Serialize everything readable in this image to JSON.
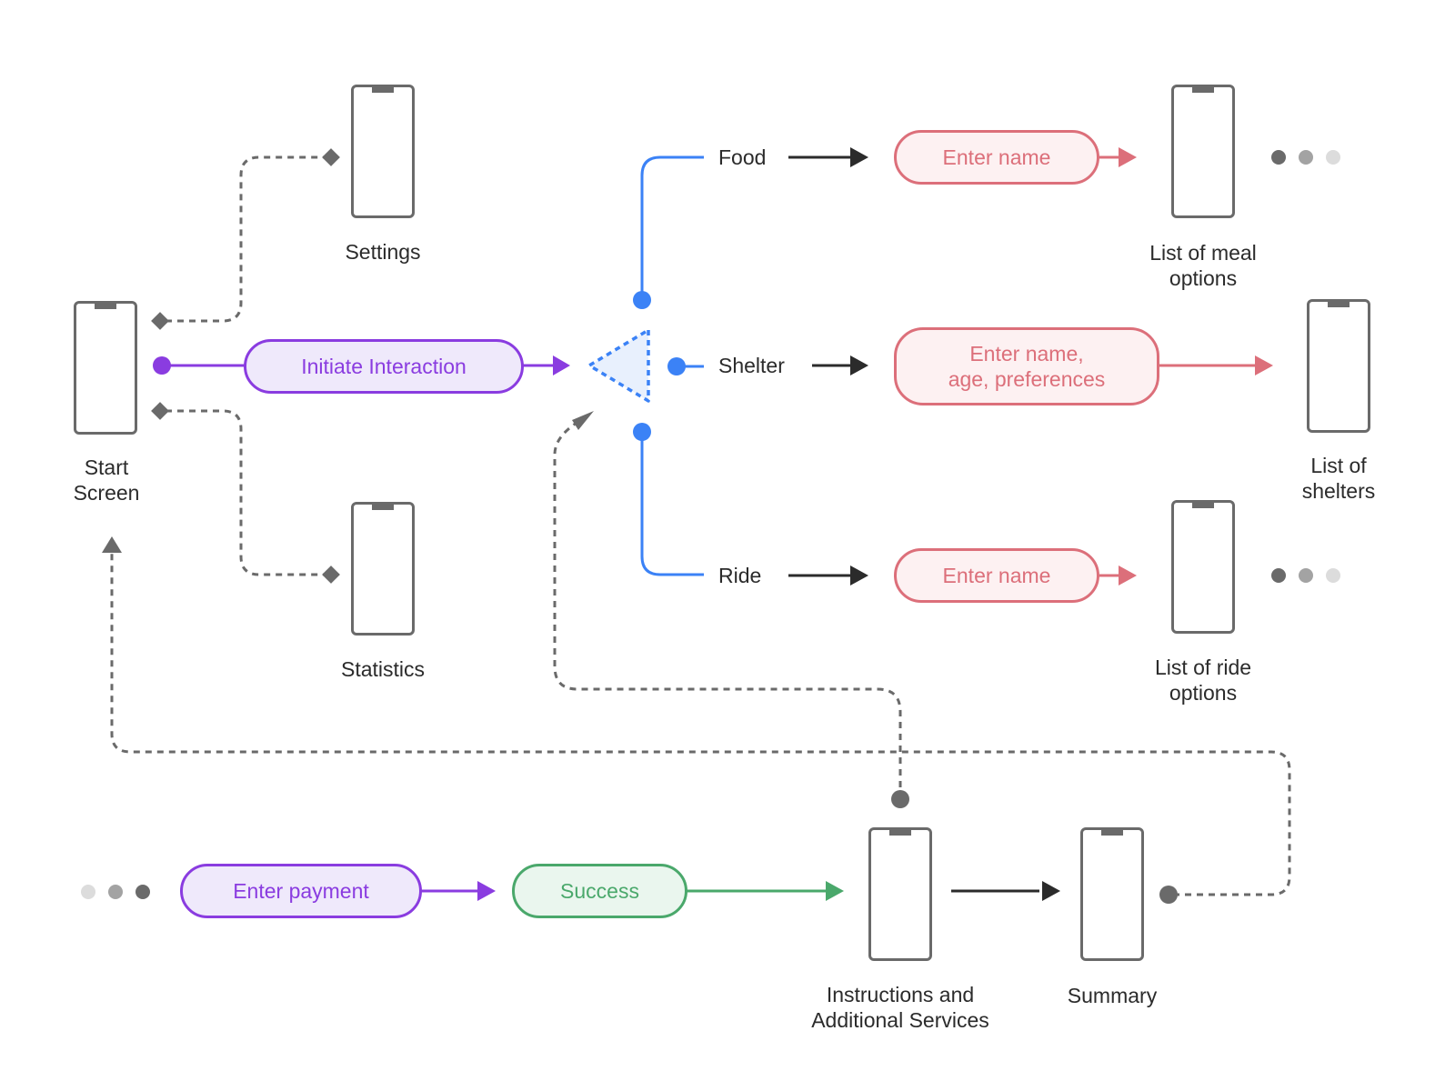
{
  "screens": {
    "start": "Start\nScreen",
    "settings": "Settings",
    "statistics": "Statistics",
    "meal_options": "List of meal\noptions",
    "shelters": "List of\nshelters",
    "ride_options": "List of ride\noptions",
    "instructions": "Instructions and\nAdditional Services",
    "summary": "Summary"
  },
  "actions": {
    "initiate": "Initiate Interaction",
    "enter_name_food": "Enter name",
    "enter_name_shelter": "Enter name,\nage, preferences",
    "enter_name_ride": "Enter name",
    "enter_payment": "Enter payment",
    "success": "Success"
  },
  "branches": {
    "food": "Food",
    "shelter": "Shelter",
    "ride": "Ride"
  },
  "colors": {
    "purple": "#8a3ce0",
    "red": "#dc6f7a",
    "green": "#4aa86b",
    "blue": "#3b82f6",
    "gray": "#6a6a6a",
    "dark": "#2b2b2b"
  }
}
